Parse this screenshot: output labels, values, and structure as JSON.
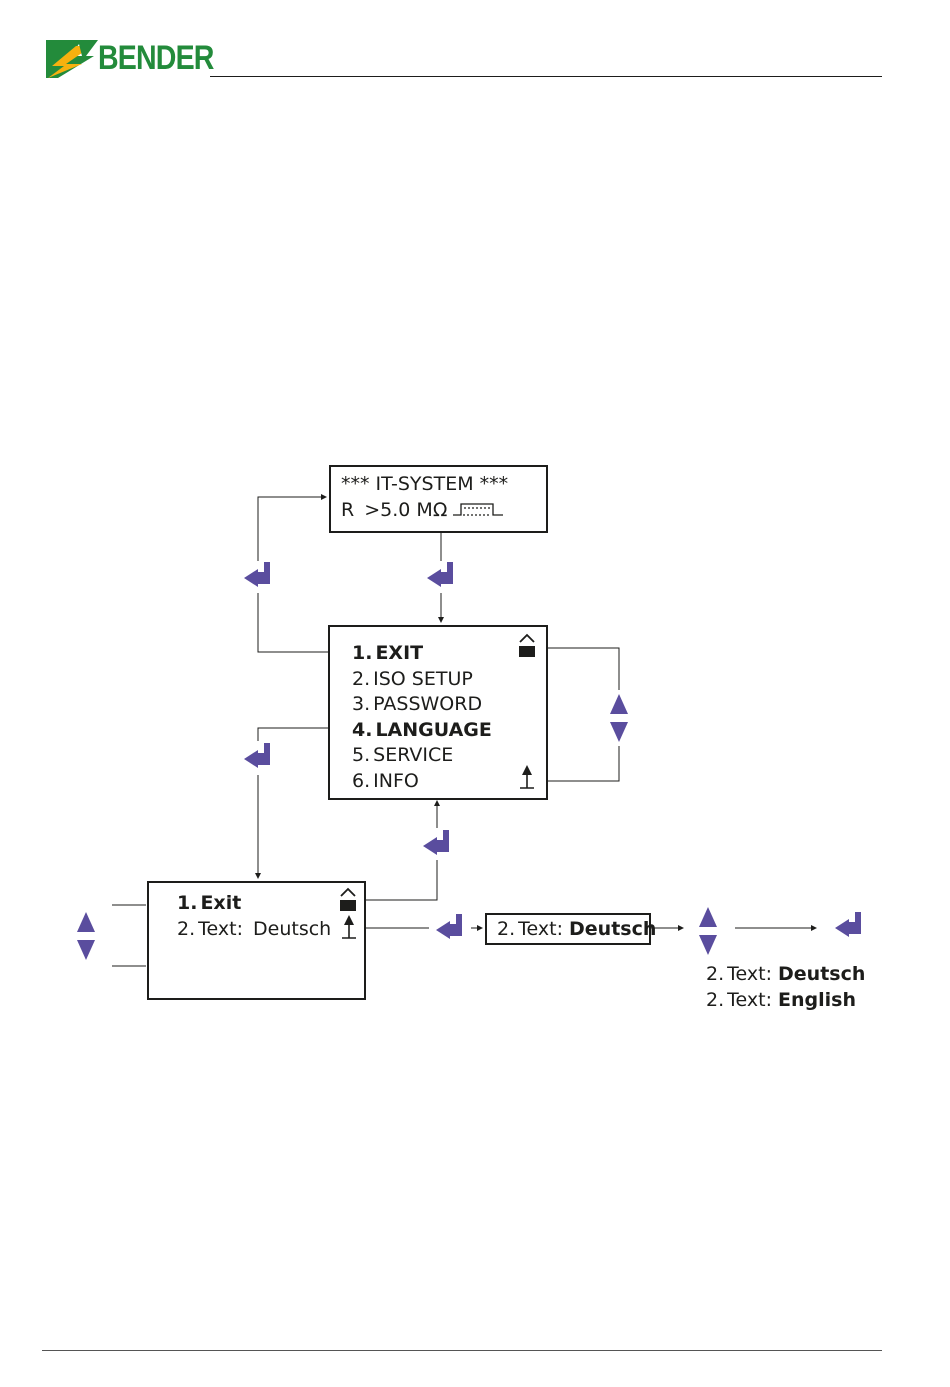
{
  "header": {
    "brand": "BENDER",
    "brand_color": "#238b3b",
    "logo_accent": "#f6b10f",
    "icons": [
      "bender-logo-icon"
    ]
  },
  "status_screen": {
    "line1": "*** IT-SYSTEM ***",
    "line2_prefix": "R",
    "line2_value": ">5.0 MΩ",
    "icons": [
      "pulse-signal-icon"
    ]
  },
  "main_menu": {
    "items": [
      {
        "num": "1.",
        "label": "EXIT",
        "bold": true
      },
      {
        "num": "2.",
        "label": "ISO SETUP",
        "bold": false
      },
      {
        "num": "3.",
        "label": "PASSWORD",
        "bold": false
      },
      {
        "num": "4.",
        "label": "LANGUAGE",
        "bold": true
      },
      {
        "num": "5.",
        "label": "SERVICE",
        "bold": false
      },
      {
        "num": "6.",
        "label": "INFO",
        "bold": false
      }
    ],
    "icons": [
      "unlock-icon",
      "scroll-up-icon"
    ]
  },
  "language_menu": {
    "items": [
      {
        "num": "1.",
        "label": "Exit",
        "bold": true
      },
      {
        "num": "2.",
        "label": "Text:",
        "value": "Deutsch"
      }
    ],
    "icons": [
      "unlock-icon",
      "scroll-up-icon"
    ]
  },
  "edit_field": {
    "num": "2.",
    "label": "Text:",
    "value": "Deutsch"
  },
  "options": [
    {
      "num": "2.",
      "label": "Text:",
      "value": "Deutsch"
    },
    {
      "num": "2.",
      "label": "Text:",
      "value": "English"
    }
  ],
  "colors": {
    "key_purple": "#5a4d9e",
    "line_black": "#1d1d1b"
  },
  "key_icons": [
    "enter-key-icon",
    "up-down-keys-icon"
  ]
}
